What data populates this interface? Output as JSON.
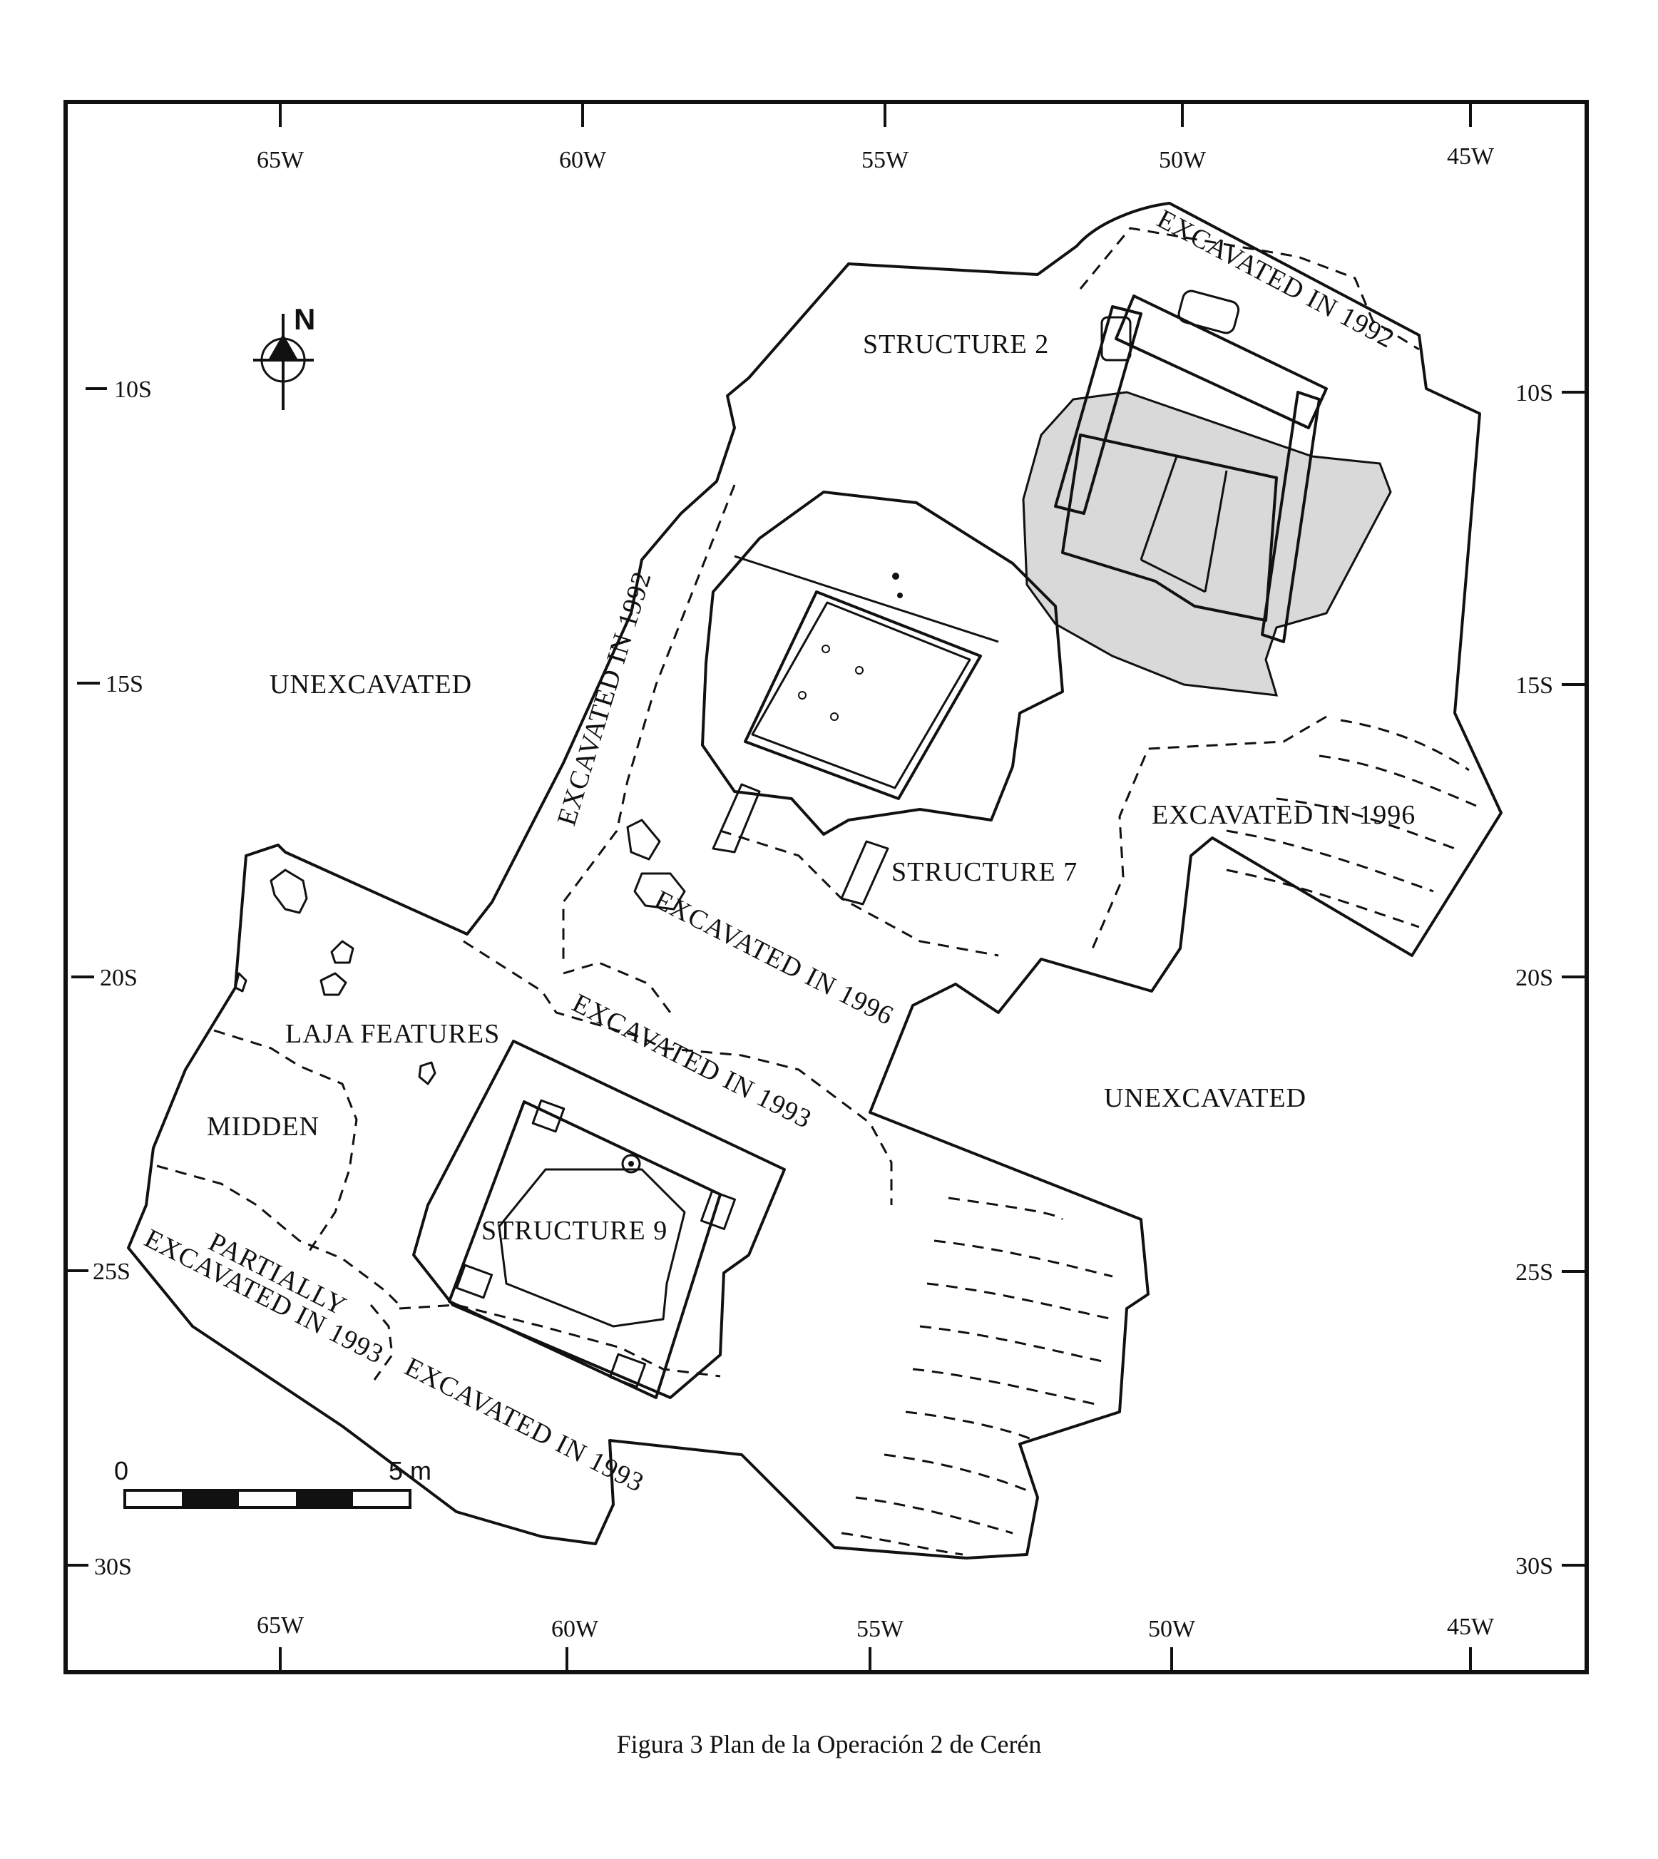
{
  "grid": {
    "west": [
      "65W",
      "60W",
      "55W",
      "50W",
      "45W"
    ],
    "south": [
      "10S",
      "15S",
      "20S",
      "25S",
      "30S"
    ]
  },
  "north_arrow": {
    "label": "N"
  },
  "labels": {
    "structure_2": "STRUCTURE 2",
    "structure_7": "STRUCTURE 7",
    "structure_9": "STRUCTURE 9",
    "unexcavated_left": "UNEXCAVATED",
    "unexcavated_right": "UNEXCAVATED",
    "excavated_1992_top": "EXCAVATED IN 1992",
    "excavated_1992_left": "EXCAVATED IN 1992",
    "excavated_1996_right": "EXCAVATED IN 1996",
    "excavated_1996_mid": "EXCAVATED IN 1996",
    "excavated_1993_mid": "EXCAVATED IN 1993",
    "excavated_1993_bottom": "EXCAVATED IN 1993",
    "partially": "PARTIALLY",
    "partially_excavated_1993": "EXCAVATED IN 1993",
    "laja_features": "LAJA FEATURES",
    "midden": "MIDDEN"
  },
  "scale_bar": {
    "start": "0",
    "end": "5 m"
  },
  "caption": "Figura 3   Plan de la Operación 2 de Cerén"
}
